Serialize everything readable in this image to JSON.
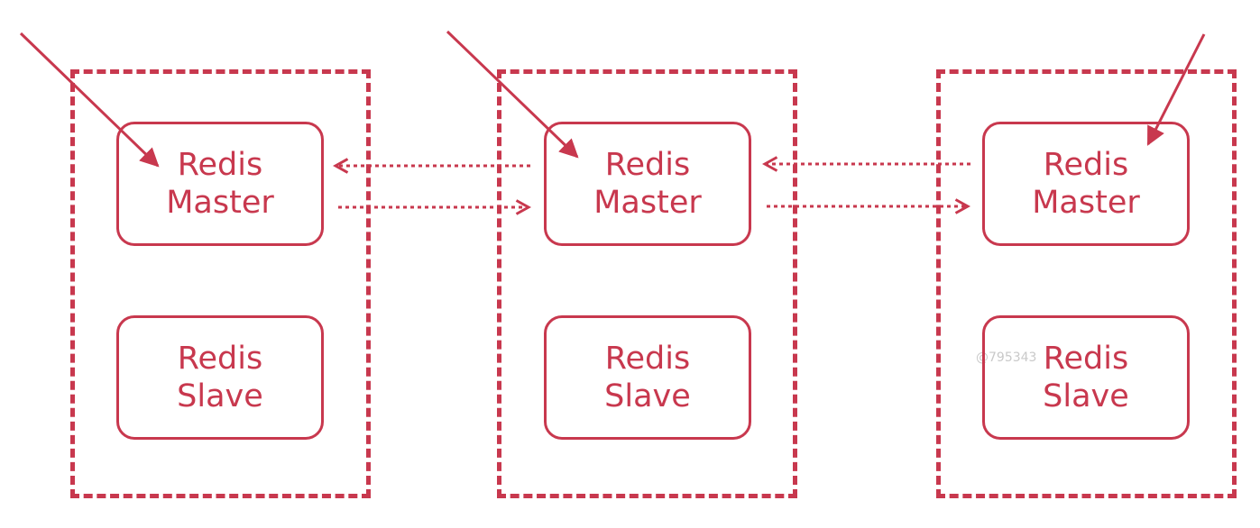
{
  "shards": [
    {
      "master": {
        "line1": "Redis",
        "line2": "Master"
      },
      "slave": {
        "line1": "Redis",
        "line2": "Slave"
      }
    },
    {
      "master": {
        "line1": "Redis",
        "line2": "Master"
      },
      "slave": {
        "line1": "Redis",
        "line2": "Slave"
      }
    },
    {
      "master": {
        "line1": "Redis",
        "line2": "Master"
      },
      "slave": {
        "line1": "Redis",
        "line2": "Slave"
      }
    }
  ],
  "watermark": "@795343",
  "colors": {
    "accent": "#c8384e"
  }
}
